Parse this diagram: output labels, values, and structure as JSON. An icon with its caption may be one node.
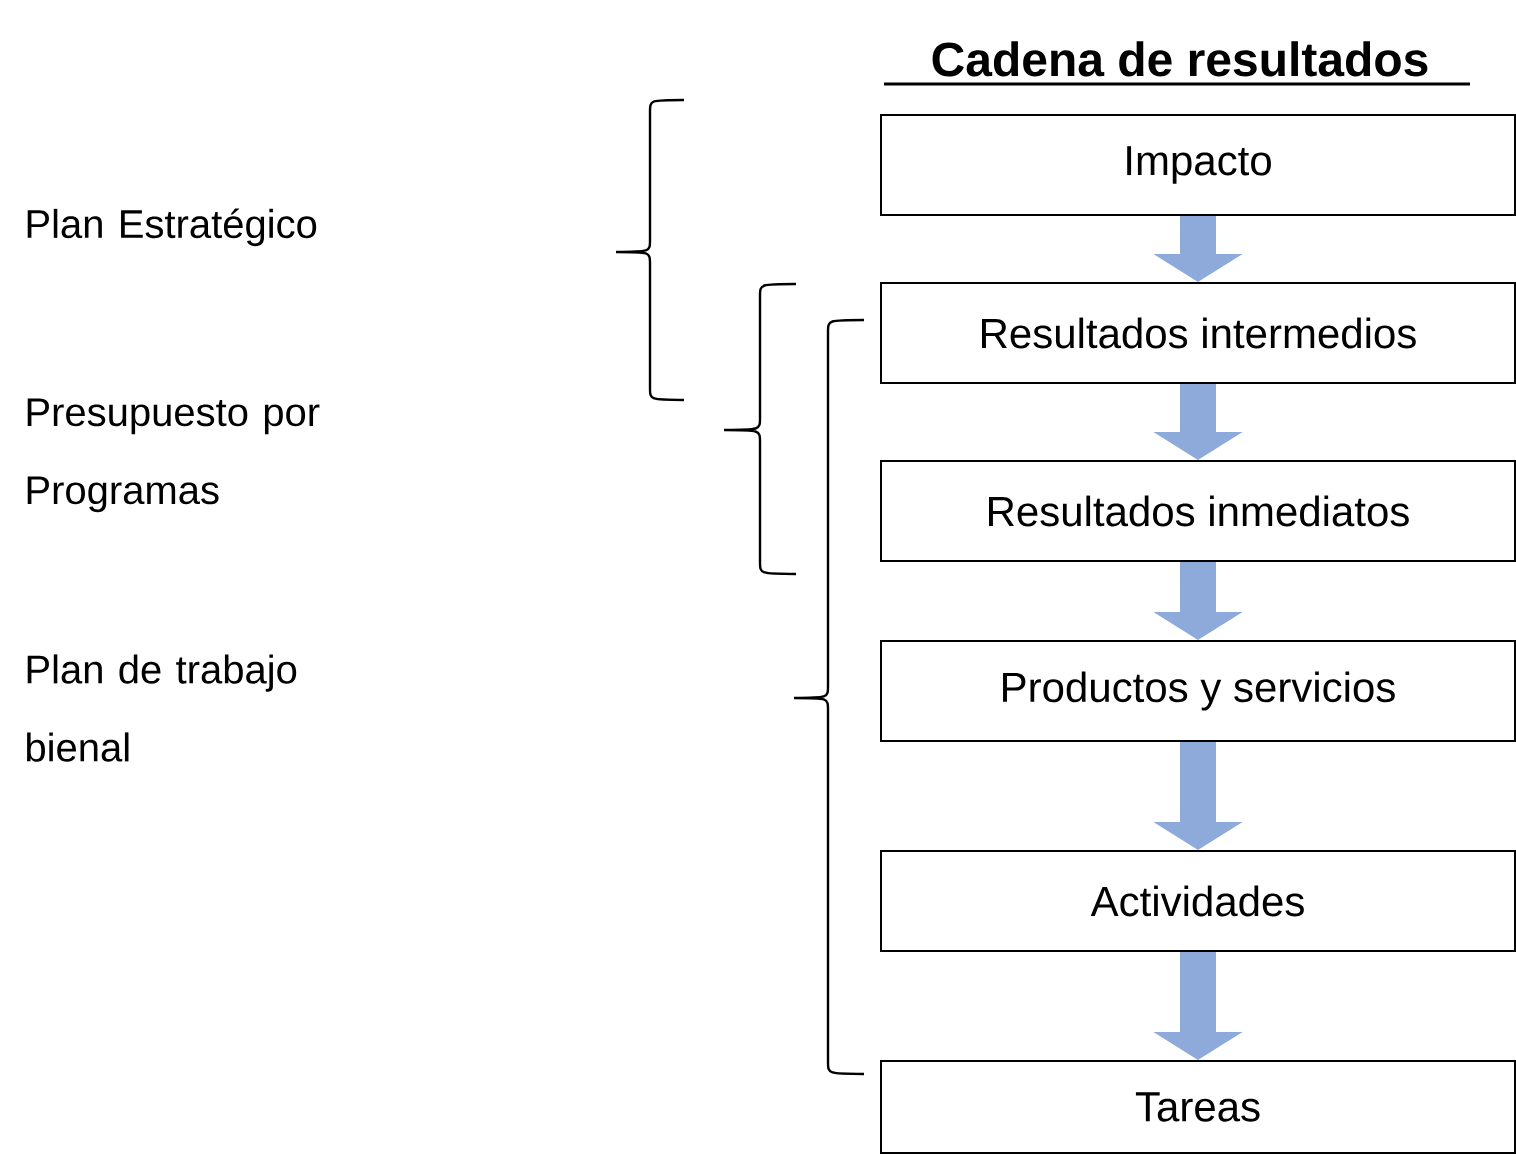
{
  "diagram": {
    "title": "Cadena de resultados",
    "nodes": [
      {
        "text": [
          "Impacto"
        ]
      },
      {
        "text": [
          "Resultados intermedios"
        ]
      },
      {
        "text": [
          "Resultados inmediatos"
        ]
      },
      {
        "text": [
          "Productos y servicios"
        ]
      },
      {
        "text": [
          "Actividades"
        ]
      },
      {
        "text": [
          "Tareas"
        ]
      }
    ],
    "edges": [
      {
        "from": 0,
        "to": 1,
        "arrow": "to"
      },
      {
        "from": 1,
        "to": 2,
        "arrow": "to"
      },
      {
        "from": 2,
        "to": 3,
        "arrow": "to"
      },
      {
        "from": 3,
        "to": 4,
        "arrow": "to"
      },
      {
        "from": 4,
        "to": 5,
        "arrow": "to"
      }
    ],
    "labels": [
      "Plan Estratégico",
      "Presupuesto por Programas",
      "Plan de trabajo bienal"
    ]
  }
}
